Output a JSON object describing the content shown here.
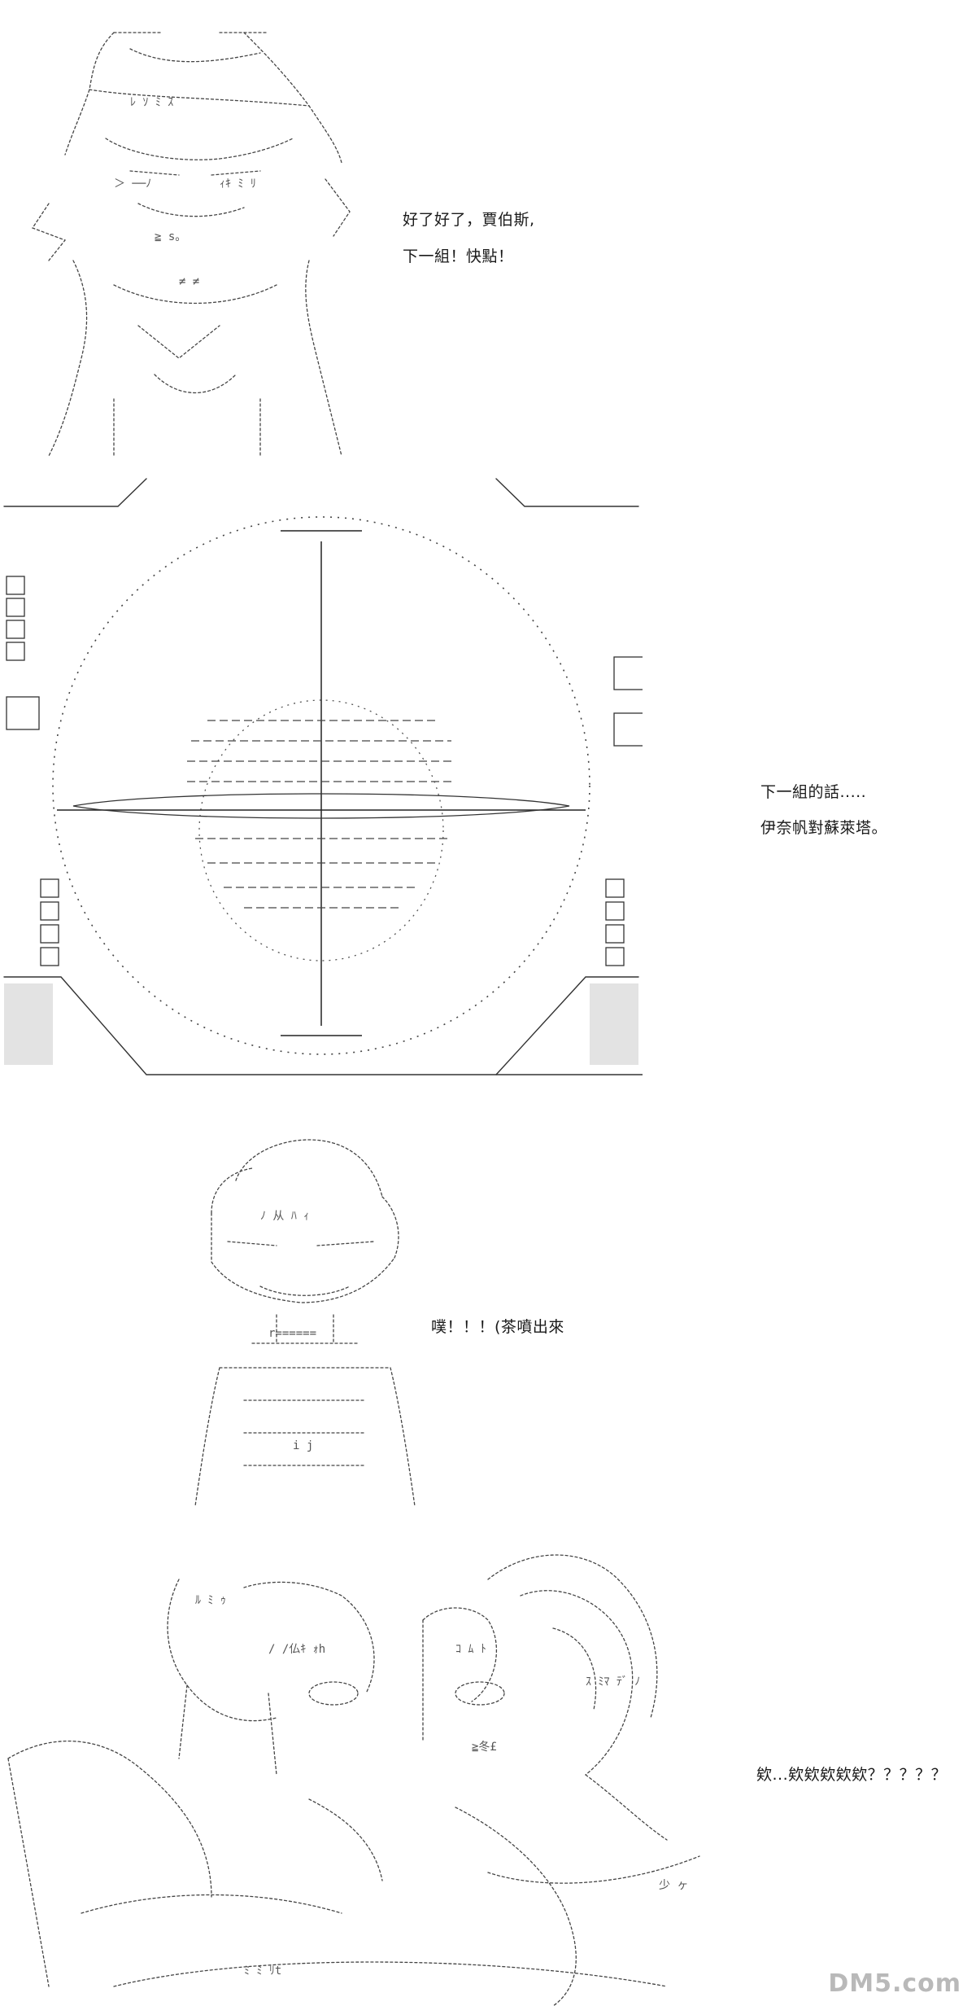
{
  "panels": [
    {
      "id": "panel1",
      "lines": [
        "好了好了，賈伯斯,",
        "下一組！快點！"
      ]
    },
    {
      "id": "panel2",
      "lines": [
        "下一組的話.....",
        "伊奈帆對蘇萊塔。"
      ]
    },
    {
      "id": "panel3",
      "lines": [
        "噗！！！(茶噴出來"
      ]
    },
    {
      "id": "panel4",
      "lines": [
        "欸...欸欸欸欸欸？？？？？"
      ]
    }
  ],
  "watermark": {
    "text": "DM5.com"
  },
  "colors": {
    "ink": "#333333",
    "background": "#ffffff",
    "watermark": "#b9b9b9"
  }
}
